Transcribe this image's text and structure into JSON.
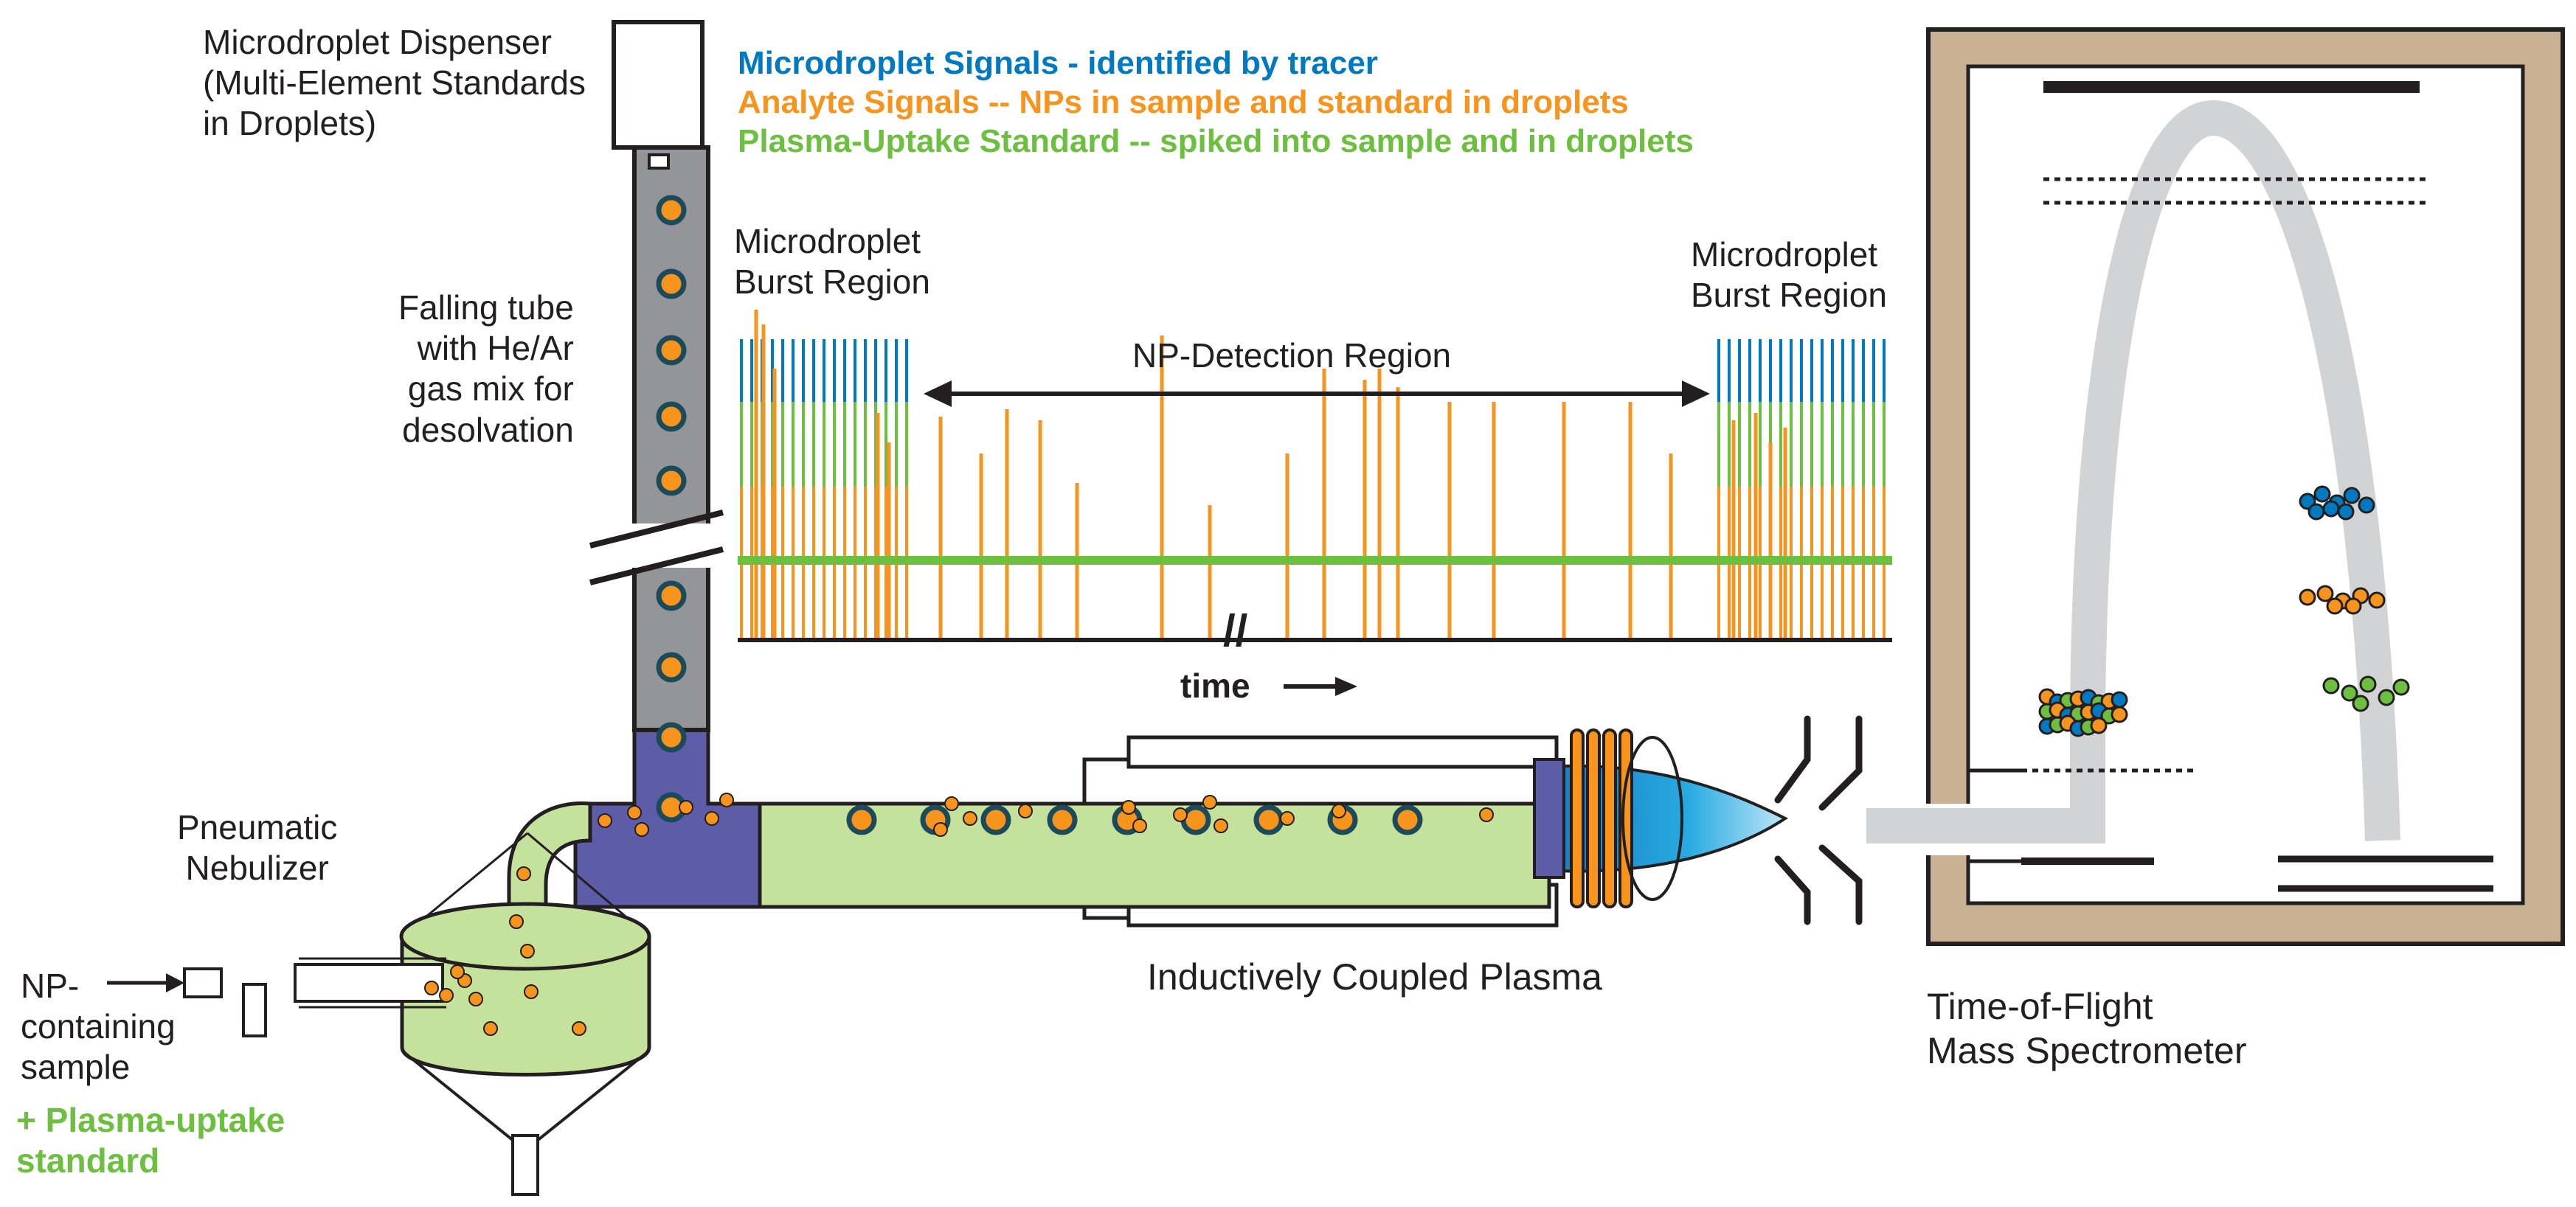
{
  "labels": {
    "dispenser": [
      "Microdroplet Dispenser",
      "(Multi-Element Standards",
      " in Droplets)"
    ],
    "falling_tube": [
      "Falling tube",
      "with He/Ar",
      "gas mix for",
      "desolvation"
    ],
    "nebulizer": [
      "Pneumatic",
      "Nebulizer"
    ],
    "sample": [
      "NP-",
      "containing",
      "sample"
    ],
    "uptake_standard": [
      "+ Plasma-uptake",
      "standard"
    ],
    "icp": "Inductively Coupled Plasma",
    "tof": [
      "Time-of-Flight",
      "Mass Spectrometer"
    ],
    "burst_left": [
      "Microdroplet",
      "Burst Region"
    ],
    "burst_right": [
      "Microdroplet",
      "Burst Region"
    ],
    "np_region": "NP-Detection Region",
    "time_axis": "time",
    "axis_break": "//"
  },
  "legend": [
    {
      "text": "Microdroplet Signals - identified by tracer",
      "color": "#0079c1"
    },
    {
      "text": "Analyte Signals -- NPs in sample and standard in droplets",
      "color": "#f7941d"
    },
    {
      "text": "Plasma-Uptake Standard -- spiked into sample and in droplets",
      "color": "#6cbf3f"
    }
  ],
  "colors": {
    "blue": "#0079c1",
    "orange": "#f7941d",
    "green": "#6cbf3f",
    "light_green": "#c4e29c",
    "tube_gray": "#939598",
    "purple": "#5c5ca8",
    "tan": "#c8b193",
    "beam_gray": "#d1d3d4",
    "dark": "#231f20"
  },
  "icons": [
    "droplet-icon",
    "coil-icon",
    "plasma-icon",
    "sampler-cone-icon",
    "ion-cluster-icon"
  ]
}
